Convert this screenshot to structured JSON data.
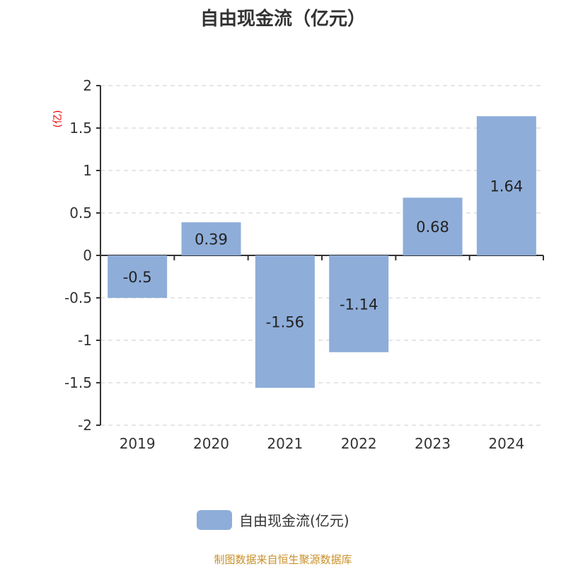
{
  "chart_data": {
    "type": "bar",
    "title": "自由现金流（亿元）",
    "ylabel": "(亿)",
    "categories": [
      "2019",
      "2020",
      "2021",
      "2022",
      "2023",
      "2024"
    ],
    "series": [
      {
        "name": "自由现金流(亿元)",
        "values": [
          -0.5,
          0.39,
          -1.56,
          -1.14,
          0.68,
          1.64
        ],
        "color": "#8eadd9"
      }
    ],
    "ylim": [
      -2,
      2
    ],
    "yticks": [
      2,
      1.5,
      1,
      0.5,
      0,
      -0.5,
      -1,
      -1.5,
      -2
    ],
    "ytick_labels": [
      "2",
      "1.5",
      "1",
      "0.5",
      "0",
      "-0.5",
      "-1",
      "-1.5",
      "-2"
    ],
    "grid": true,
    "legend": "bottom-center"
  },
  "source": "制图数据来自恒生聚源数据库"
}
